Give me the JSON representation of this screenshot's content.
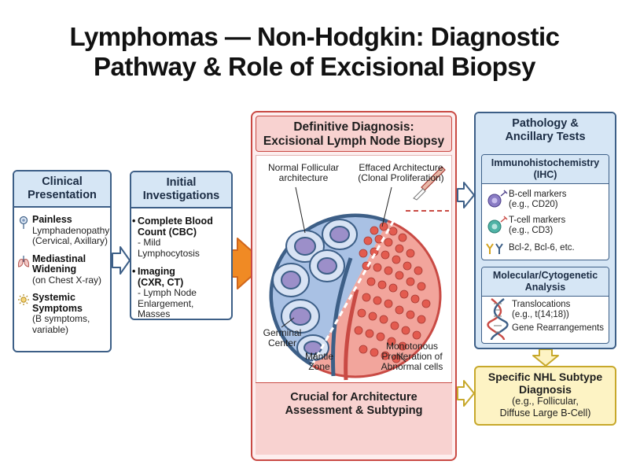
{
  "title": {
    "line1": "Lymphomas — Non-Hodgkin: Diagnostic",
    "line2": "Pathway & Role of Excisional Biopsy"
  },
  "clinical": {
    "heading_line1": "Clinical",
    "heading_line2": "Presentation",
    "items": [
      {
        "icon": "lymph-node-icon",
        "title": "Painless",
        "lines": [
          "Lymphadenopathy",
          "(Cervical, Axillary)"
        ]
      },
      {
        "icon": "lungs-icon",
        "title": "Mediastinal",
        "title2": "Widening",
        "lines": [
          "(on Chest X-ray)"
        ]
      },
      {
        "icon": "fever-icon",
        "title": "Systemic",
        "title2": "Symptoms",
        "lines": [
          "(B symptoms,",
          "variable)"
        ]
      }
    ]
  },
  "initial": {
    "heading_line1": "Initial",
    "heading_line2": "Investigations",
    "items": [
      {
        "title_line1": "Complete Blood",
        "title_line2": "Count (CBC)",
        "lines": [
          "- Mild",
          "Lymphocytosis"
        ]
      },
      {
        "title_line1": "Imaging",
        "title_line2": "(CXR, CT)",
        "lines": [
          "- Lymph Node",
          "Enlargement,",
          "Masses"
        ]
      }
    ]
  },
  "biopsy": {
    "heading_line1": "Definitive Diagnosis:",
    "heading_line2": "Excisional Lymph Node Biopsy",
    "label_normal_line1": "Normal Follicular",
    "label_normal_line2": "architecture",
    "label_effaced_line1": "Effaced Architecture",
    "label_effaced_line2": "(Clonal Proliferation)",
    "label_germinal_line1": "Germinal",
    "label_germinal_line2": "Center",
    "label_mantle_line1": "Mantle",
    "label_mantle_line2": "Zone",
    "label_mono_line1": "Monotonous",
    "label_mono_line2": "Proliferation of",
    "label_mono_line3": "Abnormal cells",
    "footer_line1": "Crucial for Architecture",
    "footer_line2": "Assessment & Subtyping"
  },
  "pathology": {
    "heading_line1": "Pathology &",
    "heading_line2": "Ancillary Tests",
    "ihc": {
      "heading_line1": "Immunohistochemistry",
      "heading_line2": "(IHC)",
      "rows": [
        {
          "icon": "b-cell-marker-icon",
          "line1": "B-cell markers",
          "line2": "(e.g., CD20)"
        },
        {
          "icon": "t-cell-marker-icon",
          "line1": "T-cell markers",
          "line2": "(e.g., CD3)"
        },
        {
          "icon": "antibody-icon",
          "line1": "Bcl-2, Bcl-6, etc.",
          "line2": ""
        }
      ]
    },
    "molecular": {
      "heading_line1": "Molecular/Cytogenetic",
      "heading_line2": "Analysis",
      "line1": "Translocations",
      "line2": "(e.g., t(14;18))",
      "line3": "Gene Rearrangements"
    }
  },
  "result": {
    "line1": "Specific NHL Subtype",
    "line2": "Diagnosis",
    "line3": "(e.g., Follicular,",
    "line4": "Diffuse Large B-Cell)"
  },
  "colors": {
    "blue_border": "#3d5f87",
    "blue_fill": "#d6e6f5",
    "red_border": "#c94a44",
    "red_fill": "#f8d2d0",
    "yellow_border": "#c7a82b",
    "yellow_fill": "#fdf3c4",
    "arrow_orange": "#f08a24"
  }
}
